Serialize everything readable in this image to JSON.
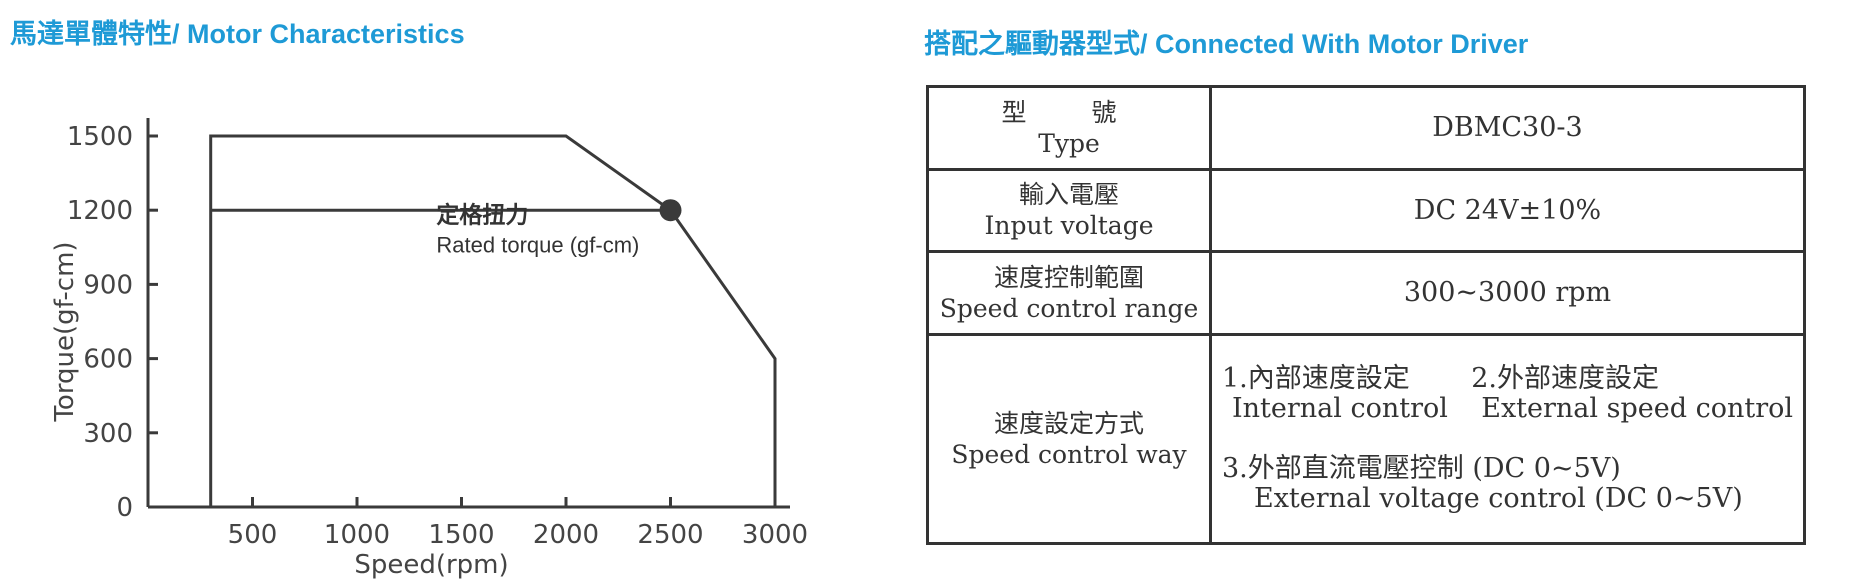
{
  "left_title": "馬達單體特性/ Motor Characteristics",
  "right_title": "搭配之驅動器型式/ Connected With Motor Driver",
  "chart_data": {
    "type": "line",
    "xlabel": "Speed(rpm)",
    "ylabel": "Torque(gf-cm)",
    "xlim": [
      0,
      3000
    ],
    "ylim": [
      0,
      1500
    ],
    "x_ticks": [
      500,
      1000,
      1500,
      2000,
      2500,
      3000
    ],
    "y_ticks": [
      0,
      300,
      600,
      900,
      1200,
      1500
    ],
    "grid": false,
    "series": [
      {
        "x": [
          300,
          300,
          2000,
          2500,
          3000,
          3000
        ],
        "y": [
          0,
          1500,
          1500,
          1200,
          600,
          0
        ]
      }
    ],
    "rated_line": {
      "x": [
        300,
        2500
      ],
      "y": [
        1200,
        1200
      ]
    },
    "rated_point": {
      "x": 2500,
      "y": 1200
    },
    "annotation": {
      "cn": "定格扭力",
      "en": "Rated torque (gf-cm)",
      "x": 1380,
      "y": 1150
    },
    "color": "#3a3a3a"
  },
  "table": {
    "rows": [
      {
        "label_cn": "型　號",
        "label_en": "Type",
        "value": "DBMC30-3"
      },
      {
        "label_cn": "輸入電壓",
        "label_en": "Input voltage",
        "value": "DC 24V±10%"
      },
      {
        "label_cn": "速度控制範圍",
        "label_en": "Speed control range",
        "value": "300~3000 rpm"
      }
    ],
    "way": {
      "label_cn": "速度設定方式",
      "label_en": "Speed control way",
      "item1_cn": "1.內部速度設定",
      "item1_en": "Internal control",
      "item2_cn": "2.外部速度設定",
      "item2_en": "External speed control",
      "item3_cn": "3.外部直流電壓控制 (DC 0~5V)",
      "item3_en": "External voltage control (DC 0~5V)"
    }
  }
}
